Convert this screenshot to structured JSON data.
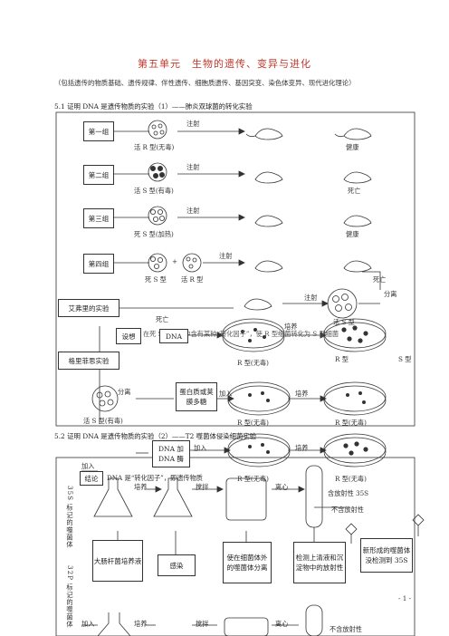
{
  "title": "第五单元　生物的遗传、变异与进化",
  "intro": "（包括遗传的物质基础、遗传规律、伴性遗传、细胞质遗传、基因突变、染色体变异、现代进化理论）",
  "section1": "5.1 证明 DNA 是遗传物质的实验（1）——肺炎双球菌的转化实验",
  "section2": "5.2 证明 DNA 是遗传物质的实验（2）——T2 噬菌体侵染细菌实验",
  "groups": [
    {
      "label": "第一组",
      "culture": "活 R 型(无毒)",
      "action": "注射",
      "result": "健康"
    },
    {
      "label": "第二组",
      "culture": "活 S 型(有毒)",
      "action": "注射",
      "result": "死亡"
    },
    {
      "label": "第三组",
      "culture": "死 S 型(加热)",
      "action": "注射",
      "result": "健康"
    },
    {
      "label": "第四组",
      "culture_a": "死 S 型",
      "plus": "+",
      "culture_b": "活 R 型",
      "action": "注射",
      "result": "死亡"
    }
  ],
  "griffith": {
    "label": "艾弗里的实验",
    "action": "注射",
    "death": "死亡",
    "separate": "分离",
    "live_s": "活 S 型"
  },
  "avery": {
    "label": "格里菲思实验",
    "hypothesis": "设想",
    "hypothesis_text": "在死 S 型细菌中含有某种“转化因子”，使 R 型细菌转化为 S 型细菌",
    "dna": "DNA",
    "add": "加入",
    "culture": "培养",
    "r_type": "R 型",
    "s_type": "S 型",
    "r_nontoxic": "R 型(无毒)",
    "separate": "分离",
    "protein_box": "蛋白质或荚膜多糖",
    "live_s_toxic": "活 S 型(有毒)",
    "dna_enzyme_box": "DNA 加 DNA 酶",
    "conclusion": "结论",
    "conclusion_text": "DNA 是“转化因子”，即遗传物质"
  },
  "phage": {
    "s35_label": "35S 标记的噬菌体",
    "p32_label": "32P 标记的噬菌体",
    "add": "加入",
    "culture": "培养",
    "stir": "搅拌",
    "centrifuge": "离心",
    "contains_35s": "含放射性 35S",
    "no_radio": "不含放射性",
    "ecoli_box": "大肠杆菌培养液",
    "infect_box": "感染",
    "separate_box": "使在细菌体外的噬菌体分离",
    "detect_box": "检测上清液和沉淀物中的放射性",
    "new_phage_box": "新形成的噬菌体没检测到 35S"
  },
  "page_number": "- 1 -"
}
